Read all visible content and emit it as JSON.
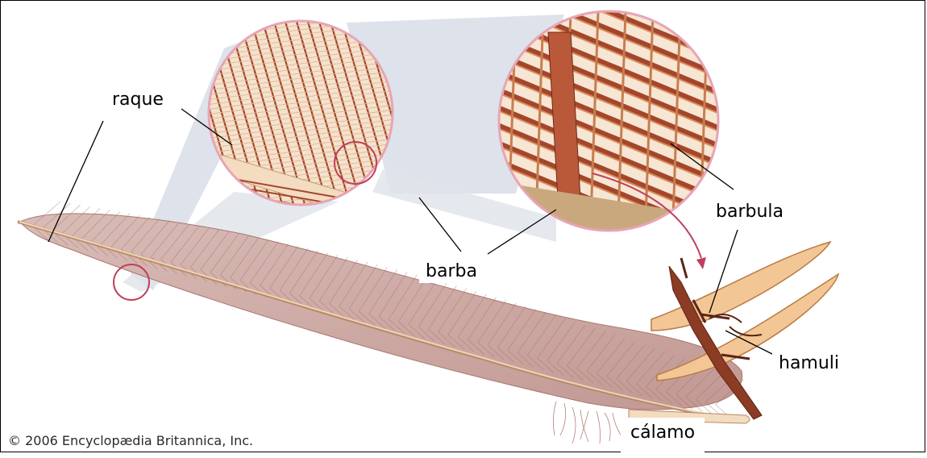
{
  "labels": {
    "rachis": "raque",
    "barb": "barba",
    "barbule": "barbula",
    "hooklets": "hamuli",
    "calamus": "cálamo"
  },
  "credit": "© 2006 Encyclopædia Britannica, Inc.",
  "colors": {
    "vane": "#c9a4a0",
    "shaft": "#e7c7a3",
    "barb_brown": "#a3462c",
    "highlight": "#f2c795",
    "zoom_cone": "#d8dde6",
    "magnifier_ring": "#c0405c"
  }
}
